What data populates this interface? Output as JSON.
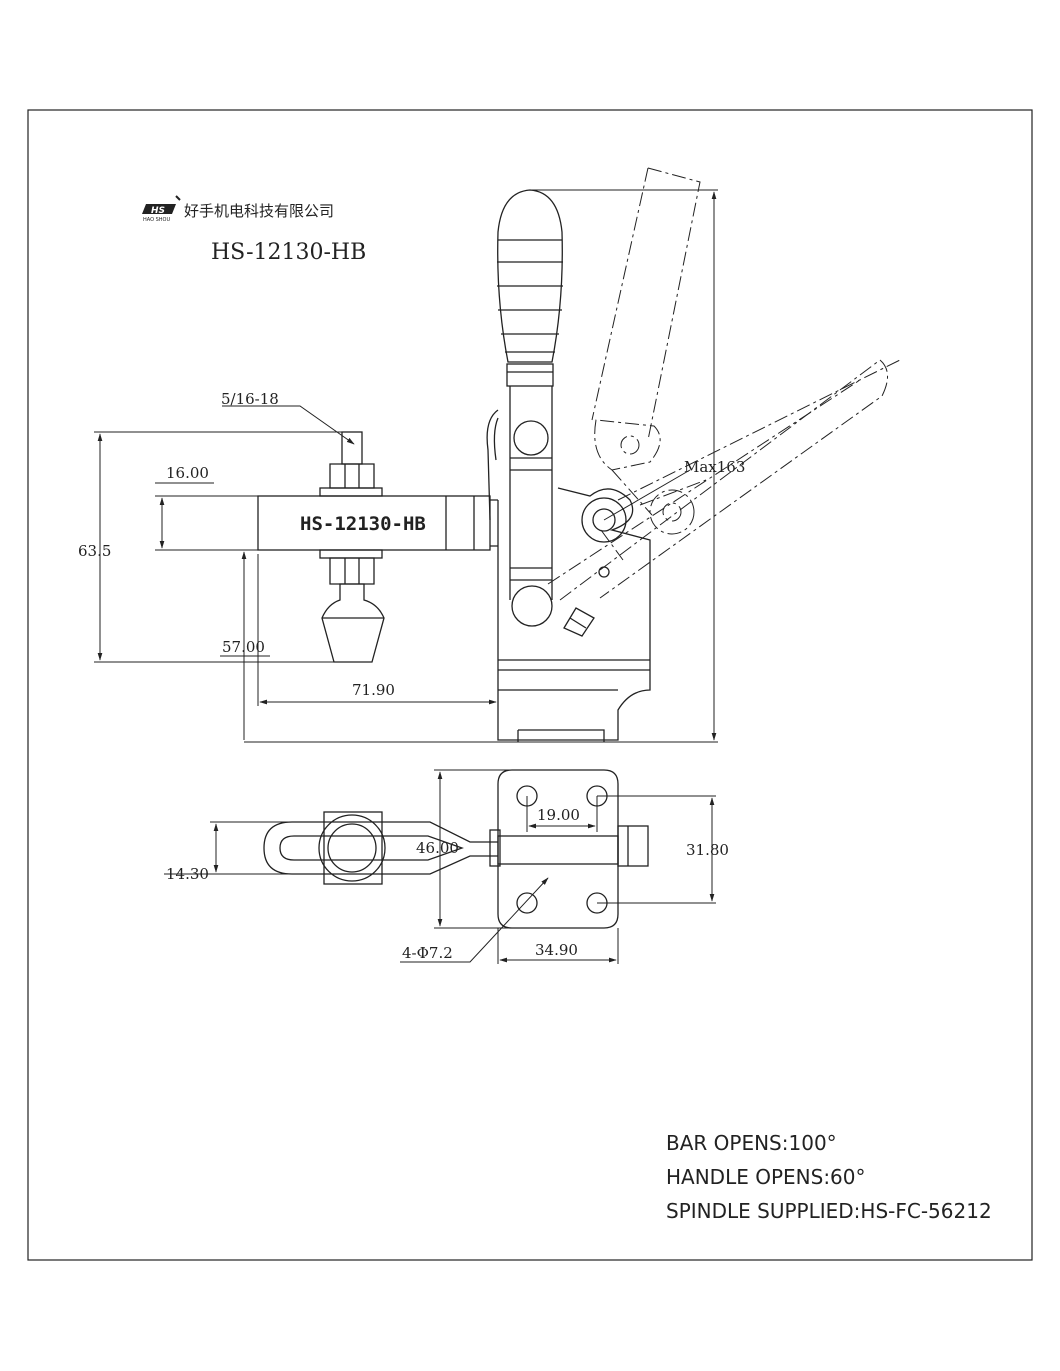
{
  "header": {
    "logo_text": "HS",
    "logo_sub": "HAO SHOU",
    "company": "好手机电科技有限公司",
    "model": "HS-12130-HB"
  },
  "side_view": {
    "bar_label": "HS-12130-HB",
    "thread": "5/16-18",
    "dim_bar_thickness": "16.00",
    "dim_total_height": "63.5",
    "dim_spindle_height": "57.00",
    "dim_reach": "71.90",
    "dim_max_height": "Max163"
  },
  "top_view": {
    "dim_hole_spacing_x": "19.00",
    "dim_hole_spacing_y": "31.80",
    "dim_base_width": "46.00",
    "dim_slot_width": "14.30",
    "dim_holes": "4-Φ7.2",
    "dim_base_length": "34.90"
  },
  "notes": {
    "bar_opens": "BAR OPENS:100°",
    "handle_opens": "HANDLE OPENS:60°",
    "spindle": "SPINDLE SUPPLIED:HS-FC-56212"
  },
  "colors": {
    "line": "#222222",
    "background": "#ffffff"
  }
}
